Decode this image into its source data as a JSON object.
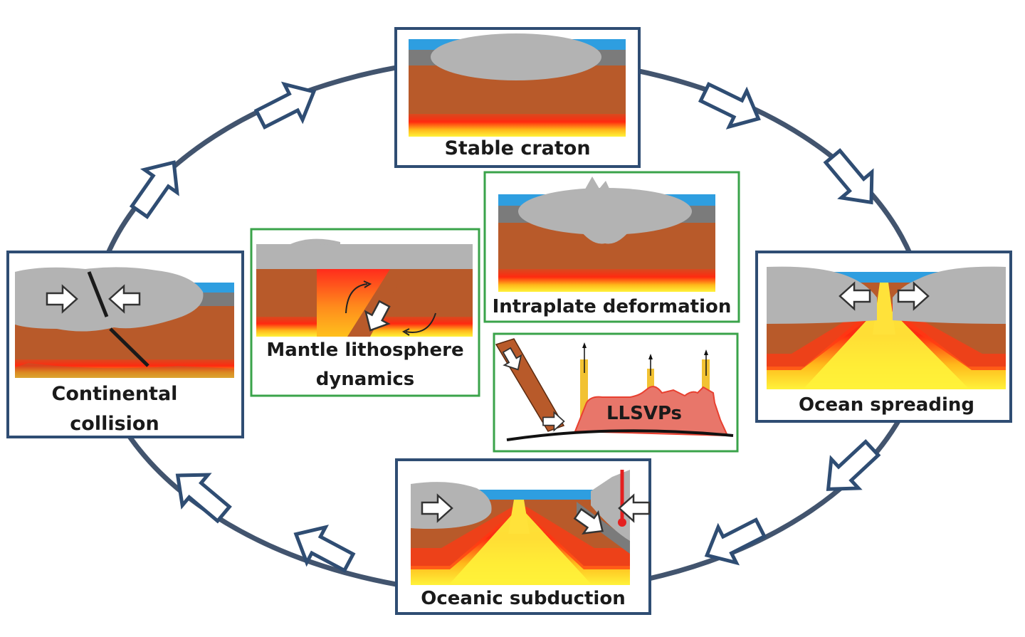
{
  "panels": {
    "stable_craton": "Stable craton",
    "ocean_spreading": "Ocean spreading",
    "oceanic_subduction": "Oceanic subduction",
    "continental_collision_line1": "Continental",
    "continental_collision_line2": "collision",
    "mantle_lithosphere_line1": "Mantle lithosphere",
    "mantle_lithosphere_line2": "dynamics",
    "intraplate_deformation": "Intraplate deformation",
    "llsvps": "LLSVPs"
  },
  "colors": {
    "frame_blue": "#2f4d73",
    "frame_green": "#3aa34a",
    "mantle_brown": "#b85a2a",
    "continent_gray": "#b3b3b3",
    "ocean_blue": "#2e9ee0",
    "lith_gray": "#7b7b7b",
    "llsvp_pink": "#e8766a",
    "plume_yellow": "#f2c233"
  }
}
